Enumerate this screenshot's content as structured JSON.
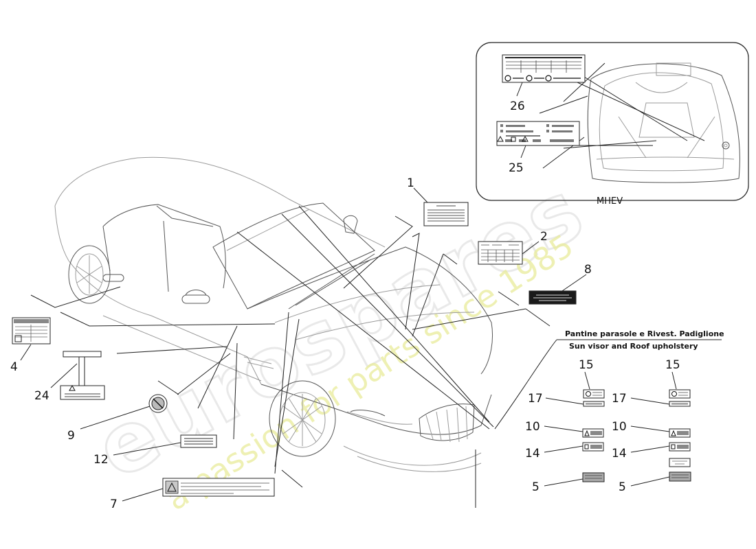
{
  "callouts": {
    "c1": "1",
    "c2": "2",
    "c4": "4",
    "c5a": "5",
    "c5b": "5",
    "c7": "7",
    "c8": "8",
    "c9": "9",
    "c10a": "10",
    "c10b": "10",
    "c12": "12",
    "c14a": "14",
    "c14b": "14",
    "c15a": "15",
    "c15b": "15",
    "c17a": "17",
    "c17b": "17",
    "c24": "24",
    "c25": "25",
    "c26": "26"
  },
  "inset": {
    "caption": "MHEV"
  },
  "sun_visor_section": {
    "title_it": "Pantine parasole e Rivest. Padiglione",
    "title_en": "Sun visor and Roof upholstery"
  },
  "watermark": {
    "logo": "eurospares",
    "tagline": "a passion for parts since 1985"
  },
  "colors": {
    "line": "#222222",
    "car_outline": "#9a9a9a",
    "watermark_tag": "#e9ec9a",
    "label_dark": "#1a1a1a"
  }
}
